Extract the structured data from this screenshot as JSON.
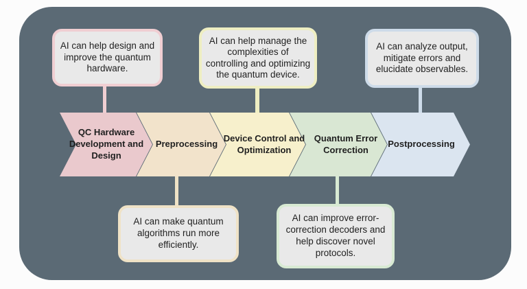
{
  "colors": {
    "page_bg": "#fcfcfc",
    "canvas_bg": "#5b6a75",
    "callout_fill": "#e9e9e9",
    "text": "#1f1f1f"
  },
  "callouts": {
    "hardware": {
      "text": "AI can help design and improve the quantum hardware.",
      "accent": "#f0ced2"
    },
    "device_control": {
      "text": "AI can help manage the complexities of controlling and optimizing the quantum device.",
      "accent": "#eeeec2"
    },
    "postprocessing": {
      "text": "AI can analyze output, mitigate errors and elucidate observables.",
      "accent": "#cddbe9"
    },
    "preprocessing": {
      "text": "AI can make quantum algorithms run more efficiently.",
      "accent": "#efe2c6"
    },
    "error_correction": {
      "text": "AI can improve error-correction decoders and help discover novel protocols.",
      "accent": "#d8ead3"
    }
  },
  "chevrons": [
    {
      "label": "QC Hardware Development and Design",
      "color": "#eac9cd"
    },
    {
      "label": "Preprocessing",
      "color": "#f2e3cb"
    },
    {
      "label": "Device Control and Optimization",
      "color": "#f7f0cc"
    },
    {
      "label": "Quantum Error Correction",
      "color": "#d9e7d3"
    },
    {
      "label": "Postprocessing",
      "color": "#dbe5f0"
    }
  ]
}
